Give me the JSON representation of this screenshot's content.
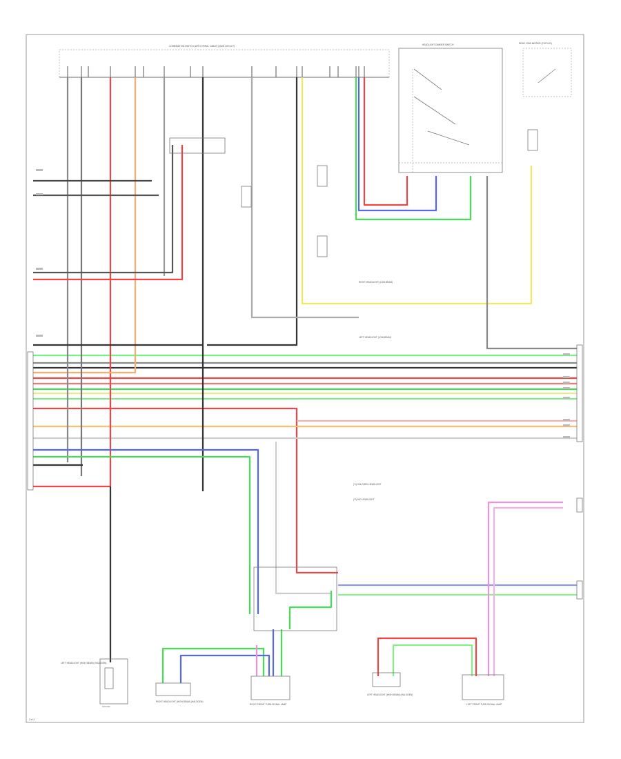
{
  "diagram": {
    "page_ref": "2 of 3",
    "top_connector_title": "COMBINATION SWITCH (WITH SPIRAL CABLE) (MAIN CIRCUIT)",
    "headlight_switch_title": "HEADLIGHT DIMMER SWITCH",
    "right_component_title": "REAR VIEW MIRROR (FOR HID)",
    "legend": [
      "(*1) HALOGEN HEADLIGHT",
      "(*2) HID HEADLIGHT"
    ],
    "notes": [
      "RIGHT HEADLIGHT (LOW BEAM)",
      "LEFT HEADLIGHT (LOW BEAM)"
    ],
    "bottom_components": [
      "LEFT HEADLIGHT (HIGH BEAM) (HALOGEN)",
      "RIGHT HEADLIGHT (HIGH BEAM) (HALOGEN)",
      "RIGHT FRONT TURN SIGNAL LAMP",
      "LEFT HEADLIGHT (HIGH BEAM) (HALOGEN)",
      "LEFT FRONT TURN SIGNAL LAMP"
    ],
    "ground_label": "GROUND",
    "colors": {
      "red": "#ee4444",
      "pink": "#f090d8",
      "orange": "#f6ad6f",
      "green": "#44dd55",
      "light_green": "#77ee88",
      "blue": "#5566ee",
      "yellow": "#f0e860",
      "gray": "#777777",
      "black": "#2a2a2a",
      "frame": "#9a9a9a"
    }
  }
}
